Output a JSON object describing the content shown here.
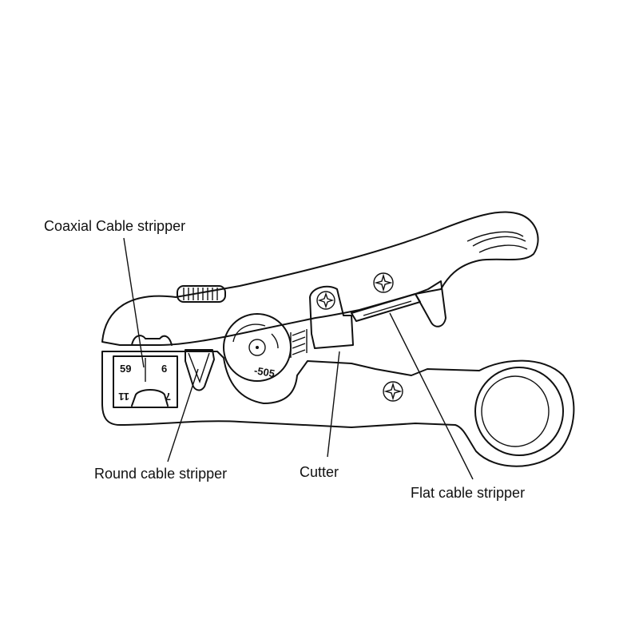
{
  "labels": {
    "coaxial": "Coaxial Cable stripper",
    "round": "Round cable stripper",
    "cutter": "Cutter",
    "flat": "Flat cable stripper"
  },
  "tool_markings": {
    "size_59": "59",
    "size_6": "6",
    "size_11": "11",
    "size_7": "7",
    "blade_code": "-505"
  }
}
